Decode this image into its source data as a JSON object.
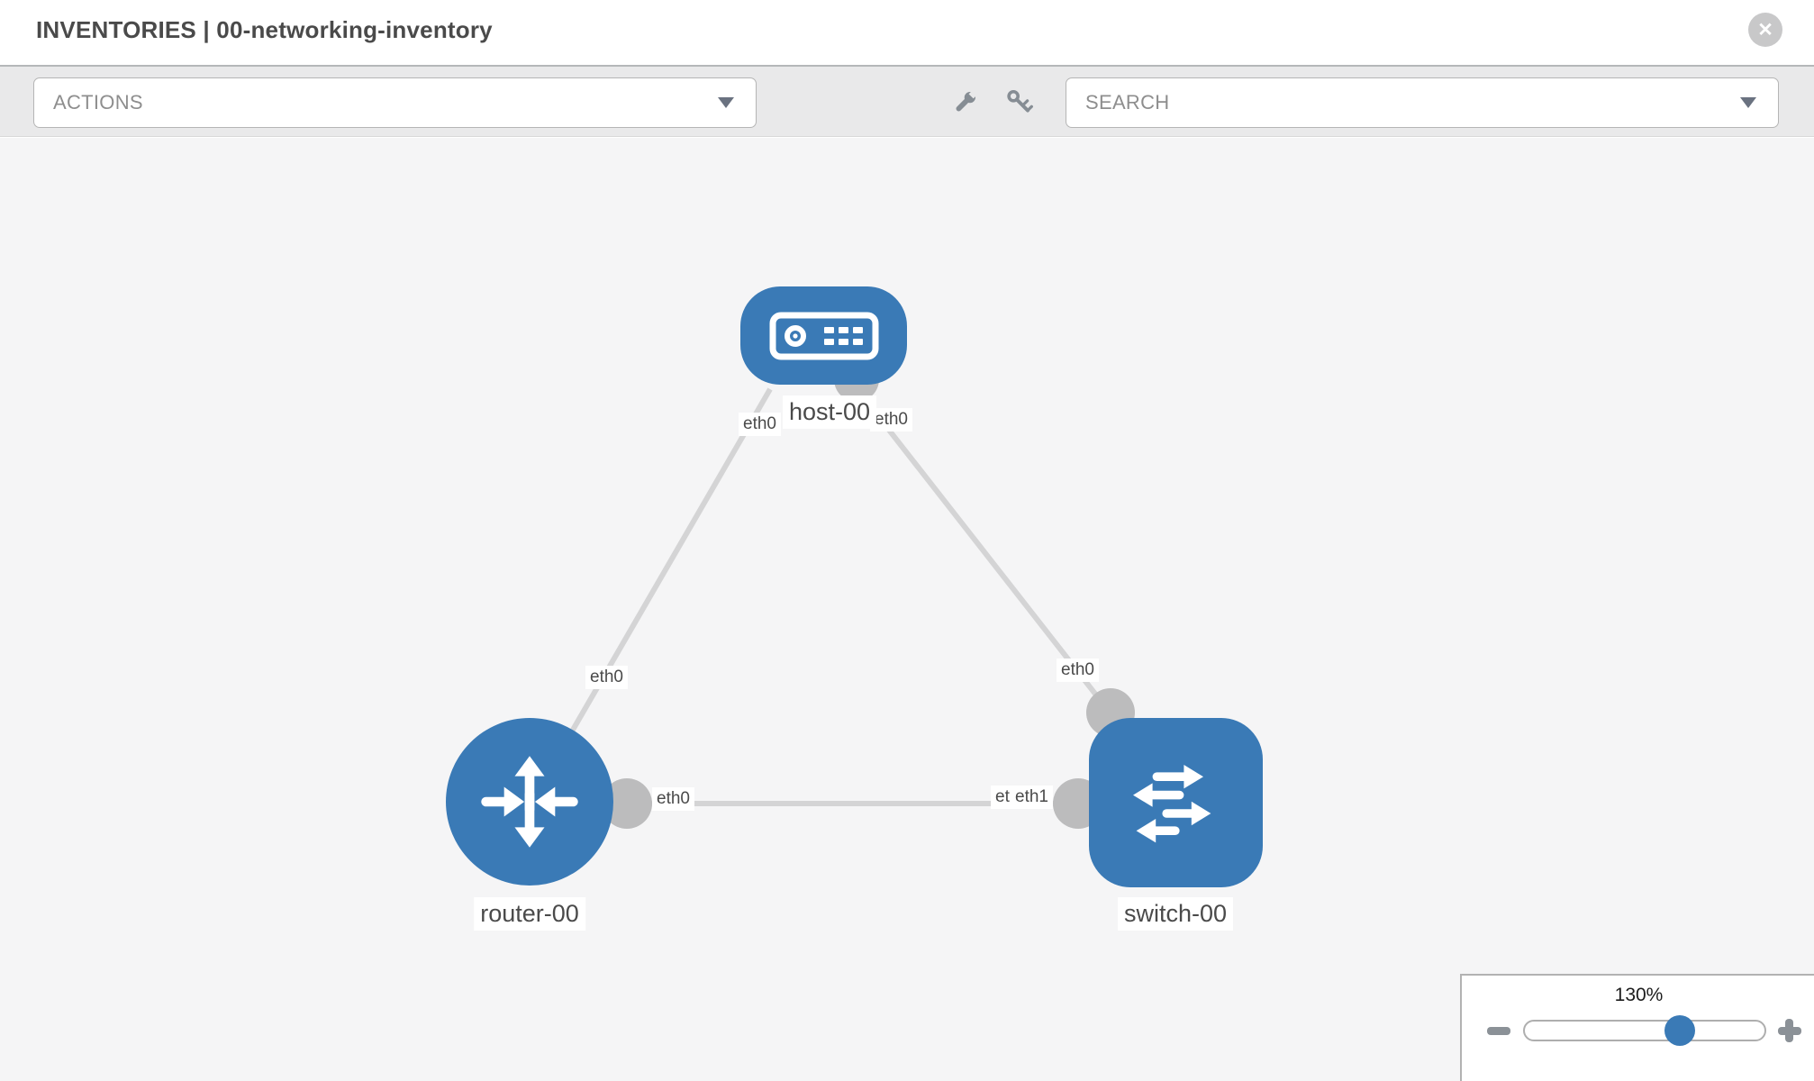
{
  "header": {
    "title": "INVENTORIES | 00-networking-inventory",
    "close_icon": "x-circle"
  },
  "toolbar": {
    "actions_label": "ACTIONS",
    "search_placeholder": "SEARCH",
    "icons": [
      "wrench-icon",
      "key-icon",
      "chevron-down-icon"
    ]
  },
  "topology": {
    "nodes": [
      {
        "id": "host-00",
        "type": "host",
        "label": "host-00",
        "icon": "server-icon"
      },
      {
        "id": "router-00",
        "type": "router",
        "label": "router-00",
        "icon": "router-arrows-icon"
      },
      {
        "id": "switch-00",
        "type": "switch",
        "label": "switch-00",
        "icon": "switch-arrows-icon"
      }
    ],
    "links": [
      {
        "from": "host-00",
        "to": "router-00",
        "from_interface": "eth0",
        "to_interface": "eth0"
      },
      {
        "from": "host-00",
        "to": "switch-00",
        "from_interface": "eth0",
        "to_interface": "eth0"
      },
      {
        "from": "router-00",
        "to": "switch-00",
        "from_interface": "eth0",
        "to_interface": "eth1"
      }
    ],
    "labels": {
      "host": "host-00",
      "router": "router-00",
      "switch": "switch-00",
      "host_if_left": "eth0",
      "host_if_right": "eth0",
      "link_host_router_if": "eth0",
      "link_host_switch_if": "eth0",
      "router_if": "eth0",
      "switch_if_back": "eth0",
      "switch_if_front": "eth1"
    }
  },
  "zoom_control": {
    "level": "130%",
    "minus_icon": "minus-icon",
    "plus_icon": "plus-icon"
  },
  "colors": {
    "node_blue": "#3a7ab6",
    "canvas_bg": "#f5f5f6",
    "toolbar_bg": "#e9e9ea",
    "link_gray": "#d4d4d5",
    "interface_gray": "#bcbcbd",
    "text_gray": "#4a4a4a",
    "icon_gray": "#868d94"
  }
}
